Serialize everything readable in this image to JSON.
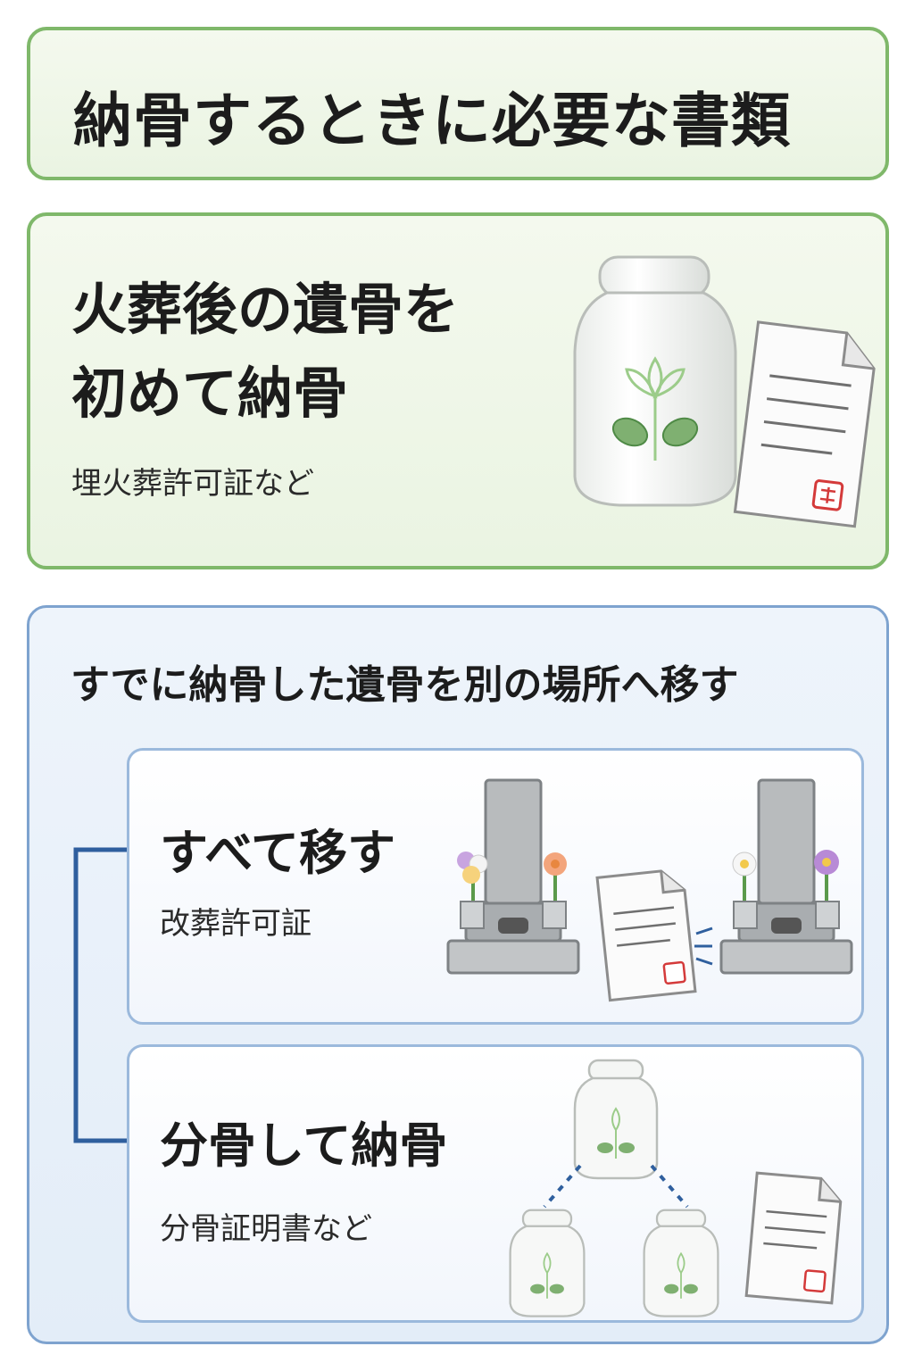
{
  "title": "納骨するときに必要な書類",
  "first_burial": {
    "heading_line1": "火葬後の遺骨を",
    "heading_line2": "初めて納骨",
    "documents": "埋火葬許可証など"
  },
  "relocation": {
    "heading": "すでに納骨した遺骨を別の場所へ移す",
    "move_all": {
      "heading": "すべて移す",
      "documents": "改葬許可証"
    },
    "split_bones": {
      "heading": "分骨して納骨",
      "documents": "分骨証明書など"
    }
  },
  "colors": {
    "green_border": "#7fb86a",
    "blue_border": "#7ea3cf",
    "bracket": "#2f5f9e",
    "seal_red": "#d43a3a"
  },
  "icons": [
    "urn-icon",
    "document-icon",
    "gravestone-icon",
    "flower-icon",
    "seal-icon"
  ]
}
